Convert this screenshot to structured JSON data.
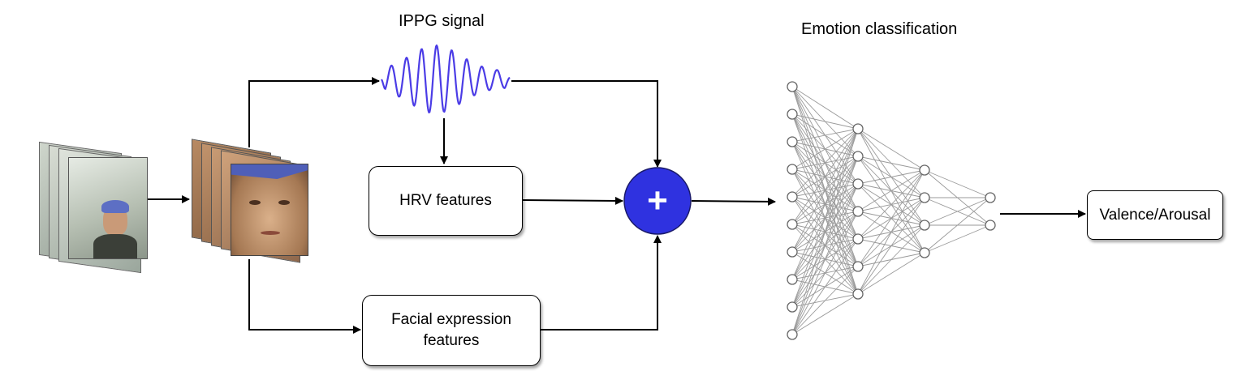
{
  "labels": {
    "ippg": "IPPG signal",
    "emotion": "Emotion classification"
  },
  "boxes": {
    "hrv": "HRV features",
    "facial_line1": "Facial expression",
    "facial_line2": "features",
    "output": "Valence/Arousal"
  },
  "fusion": {
    "symbol": "+",
    "color": "#2f32e0"
  },
  "signal": {
    "color": "#4b3ce6"
  },
  "network": {
    "layers": [
      10,
      7,
      4,
      2
    ]
  }
}
